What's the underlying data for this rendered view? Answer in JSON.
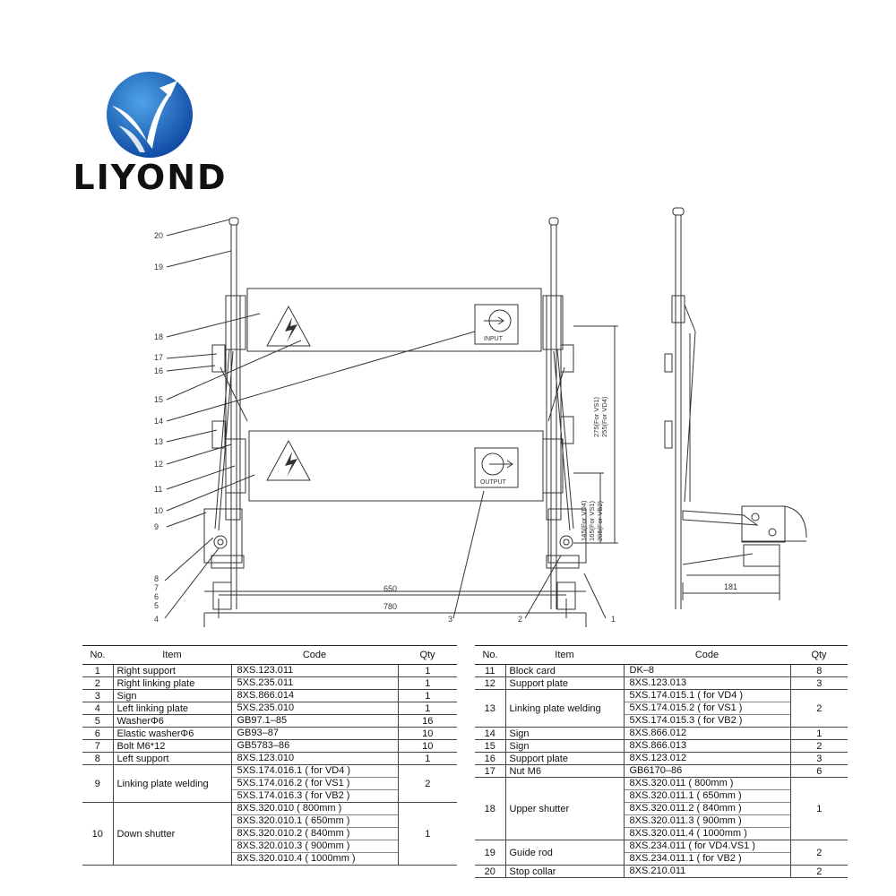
{
  "brand": {
    "name": "LIYOND"
  },
  "colors": {
    "logo_blue": "#1565c0",
    "logo_light": "#4fa3e8",
    "line": "#333333"
  },
  "drawing": {
    "callouts": [
      "20",
      "19",
      "18",
      "17",
      "16",
      "15",
      "14",
      "13",
      "12",
      "11",
      "10",
      "9",
      "8",
      "7",
      "6",
      "5",
      "4",
      "3",
      "2",
      "1"
    ],
    "signs": {
      "input": "INPUT",
      "output": "OUTPUT"
    },
    "dimensions": {
      "width_inner": "650",
      "width_outer": "780",
      "side_depth": "181",
      "upper_vertical": "275(For VS1)\n255(For VD4)",
      "lower_vertical": "145(For VD4)\n165(For VS1)\n205(For VB2)"
    }
  },
  "table_headers": {
    "no": "No.",
    "item": "Item",
    "code": "Code",
    "qty": "Qty"
  },
  "parts_left": [
    {
      "no": "1",
      "item": "Right support",
      "codes": [
        "8XS.123.011"
      ],
      "qty": "1"
    },
    {
      "no": "2",
      "item": "Right linking plate",
      "codes": [
        "5XS.235.011"
      ],
      "qty": "1"
    },
    {
      "no": "3",
      "item": "Sign",
      "codes": [
        "8XS.866.014"
      ],
      "qty": "1"
    },
    {
      "no": "4",
      "item": "Left linking plate",
      "codes": [
        "5XS.235.010"
      ],
      "qty": "1"
    },
    {
      "no": "5",
      "item": "WasherΦ6",
      "codes": [
        "GB97.1–85"
      ],
      "qty": "16"
    },
    {
      "no": "6",
      "item": "Elastic washerΦ6",
      "codes": [
        "GB93–87"
      ],
      "qty": "10"
    },
    {
      "no": "7",
      "item": "Bolt M6*12",
      "codes": [
        "GB5783–86"
      ],
      "qty": "10"
    },
    {
      "no": "8",
      "item": "Left support",
      "codes": [
        "8XS.123.010"
      ],
      "qty": "1"
    },
    {
      "no": "9",
      "item": "Linking plate welding",
      "codes": [
        "5XS.174.016.1 ( for VD4 )",
        "5XS.174.016.2 ( for VS1 )",
        "5XS.174.016.3  ( for VB2 )"
      ],
      "qty": "2"
    },
    {
      "no": "10",
      "item": "Down shutter",
      "codes": [
        "8XS.320.010 ( 800mm )",
        "8XS.320.010.1 ( 650mm )",
        "8XS.320.010.2 ( 840mm )",
        "8XS.320.010.3 ( 900mm )",
        "8XS.320.010.4 ( 1000mm )"
      ],
      "qty": "1"
    }
  ],
  "parts_right": [
    {
      "no": "11",
      "item": "Block card",
      "codes": [
        "DK–8"
      ],
      "qty": "8"
    },
    {
      "no": "12",
      "item": "Support plate",
      "codes": [
        "8XS.123.013"
      ],
      "qty": "3"
    },
    {
      "no": "13",
      "item": "Linking plate welding",
      "codes": [
        "5XS.174.015.1  ( for VD4 )",
        "5XS.174.015.2  ( for VS1 )",
        "5XS.174.015.3 ( for VB2 )"
      ],
      "qty": "2"
    },
    {
      "no": "14",
      "item": "Sign",
      "codes": [
        "8XS.866.012"
      ],
      "qty": "1"
    },
    {
      "no": "15",
      "item": "Sign",
      "codes": [
        "8XS.866.013"
      ],
      "qty": "2"
    },
    {
      "no": "16",
      "item": "Support plate",
      "codes": [
        "8XS.123.012"
      ],
      "qty": "3"
    },
    {
      "no": "17",
      "item": "Nut M6",
      "codes": [
        "GB6170–86"
      ],
      "qty": "6"
    },
    {
      "no": "18",
      "item": "Upper shutter",
      "codes": [
        "8XS.320.011 ( 800mm )",
        "8XS.320.011.1 ( 650mm )",
        "8XS.320.011.2 ( 840mm )",
        "8XS.320.011.3 ( 900mm )",
        "8XS.320.011.4 ( 1000mm )"
      ],
      "qty": "1"
    },
    {
      "no": "19",
      "item": "Guide rod",
      "codes": [
        "8XS.234.011 ( for VD4.VS1 )",
        "8XS.234.011.1 ( for VB2 )"
      ],
      "qty": "2"
    },
    {
      "no": "20",
      "item": "Stop collar",
      "codes": [
        "8XS.210.011"
      ],
      "qty": "2"
    }
  ]
}
